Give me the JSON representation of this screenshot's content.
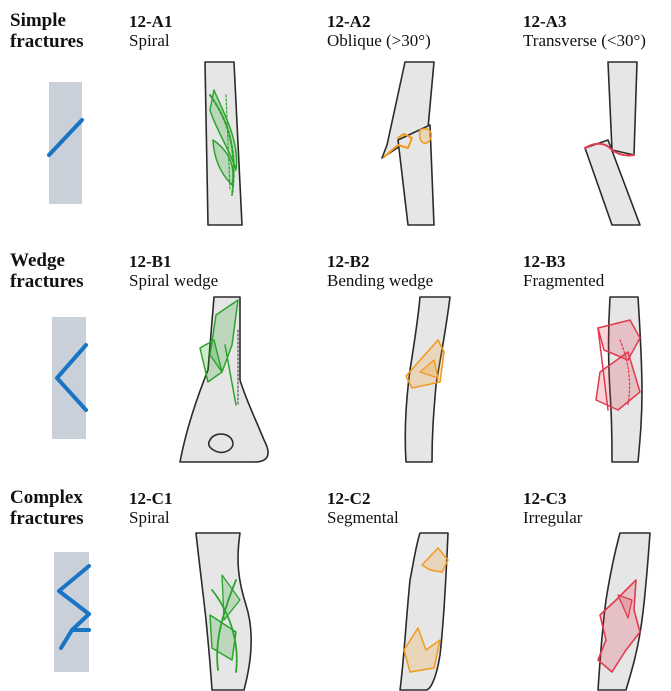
{
  "colors": {
    "bone_fill": "#e6e6e6",
    "bone_stroke": "#2b2b2b",
    "schematic_fill": "#c9d0da",
    "schematic_line": "#1a74c4",
    "type_a": "#2ba52b",
    "type_b": "#f29a1e",
    "type_c": "#e23a4e"
  },
  "rows": [
    {
      "label_line1": "Simple",
      "label_line2": "fractures",
      "cells": [
        {
          "code": "12-A1",
          "desc": "Spiral"
        },
        {
          "code": "12-A2",
          "desc": "Oblique (>30°)"
        },
        {
          "code": "12-A3",
          "desc": "Transverse (<30°)"
        }
      ]
    },
    {
      "label_line1": "Wedge",
      "label_line2": "fractures",
      "cells": [
        {
          "code": "12-B1",
          "desc": "Spiral wedge"
        },
        {
          "code": "12-B2",
          "desc": "Bending wedge"
        },
        {
          "code": "12-B3",
          "desc": "Fragmented"
        }
      ]
    },
    {
      "label_line1": "Complex",
      "label_line2": "fractures",
      "cells": [
        {
          "code": "12-C1",
          "desc": "Spiral"
        },
        {
          "code": "12-C2",
          "desc": "Segmental"
        },
        {
          "code": "12-C3",
          "desc": "Irregular"
        }
      ]
    }
  ]
}
